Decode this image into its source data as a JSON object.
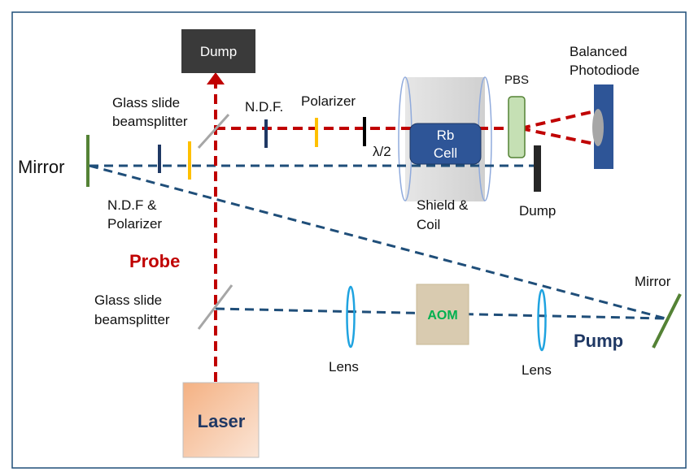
{
  "labels": {
    "dump_top": "Dump",
    "glass_slide_top": [
      "Glass slide",
      "beamsplitter"
    ],
    "glass_slide_bottom": [
      "Glass slide",
      "beamsplitter"
    ],
    "ndf_top": "N.D.F.",
    "polarizer": "Polarizer",
    "lambda_half": "λ/2",
    "rb_cell": [
      "Rb",
      "Cell"
    ],
    "shield_coil": [
      "Shield &",
      "Coil"
    ],
    "pbs": "PBS",
    "balanced_photodiode": [
      "Balanced",
      "Photodiode"
    ],
    "dump_right": "Dump",
    "mirror_left": "Mirror",
    "ndf_polarizer": [
      "N.D.F &",
      "Polarizer"
    ],
    "probe": "Probe",
    "aom": "AOM",
    "lens_left": "Lens",
    "lens_right": "Lens",
    "mirror_right": "Mirror",
    "pump": "Pump",
    "laser": "Laser"
  },
  "colors": {
    "probe_beam": "#c00000",
    "pump_beam": "#1f4e79",
    "pump_text": "#1f3864",
    "laser_text": "#1f3864",
    "probe_text": "#c00000",
    "aom_text": "#00b050",
    "dump_box": "#3a3a3a",
    "rb_cell": "#2e5597",
    "photodiode": "#2e5597",
    "pbs": "#c5e0b4",
    "mirror": "#548235",
    "polarizer": "#ffc000",
    "ndf": "#1f3864",
    "lens": "#1fa3e0",
    "laser_fill": "#f8cbad",
    "aom_fill": "#d9cbb0",
    "beamsplitter": "#a6a6a6",
    "frame": "#1f4e79"
  }
}
